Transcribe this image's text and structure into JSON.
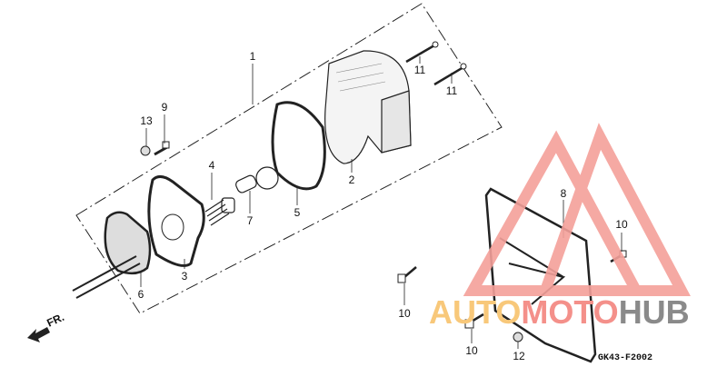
{
  "diagram": {
    "part_labels": {
      "p1": "1",
      "p2": "2",
      "p3": "3",
      "p4": "4",
      "p5": "5",
      "p6": "6",
      "p7": "7",
      "p8": "8",
      "p9": "9",
      "p10a": "10",
      "p10b": "10",
      "p10c": "10",
      "p11a": "11",
      "p11b": "11",
      "p12": "12",
      "p13": "13"
    },
    "direction_label": "FR.",
    "drawing_code": "GK43-F2002"
  },
  "watermark": {
    "part1": "AUTO",
    "part2": "MOTO",
    "part3": "HUB",
    "colors": {
      "auto": "#f8c87a",
      "moto": "#f4908a",
      "hub": "#8a8a8a",
      "triangles": "#f4a09a"
    }
  }
}
